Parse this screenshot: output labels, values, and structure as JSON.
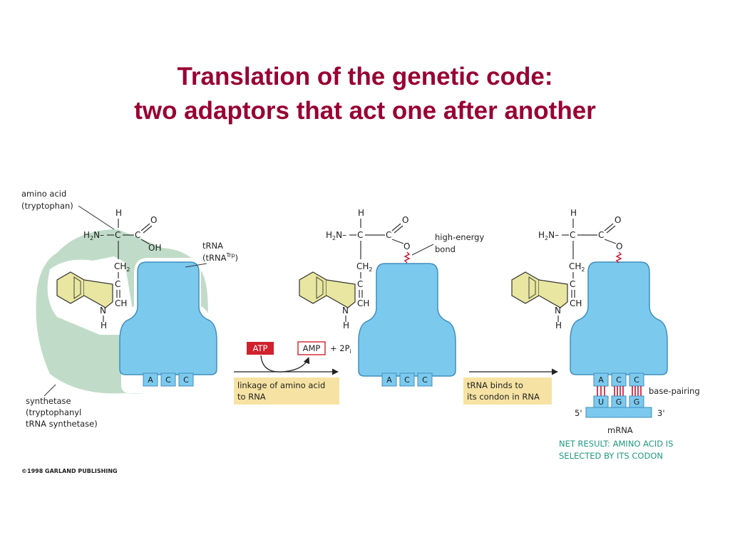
{
  "title": {
    "line1": "Translation of the genetic code:",
    "line2": "two adaptors that act one after another"
  },
  "colors": {
    "title": "#990033",
    "trna": "#7cc9ee",
    "trna_outline": "#3f8fbd",
    "synthetase": "#c0dcc8",
    "indole": "#e8e6a0",
    "atp_box": "#d0212d",
    "amp_box": "#d0212d",
    "note_box": "#f6e3a3",
    "bond_red": "#c8102e",
    "net_result": "#1f9a7f"
  },
  "labels": {
    "amino_acid_1": "amino acid",
    "amino_acid_2": "(tryptophan)",
    "trna_1": "tRNA",
    "trna_2": "(tRNA",
    "trna_sup": "Trp",
    "trna_close": ")",
    "synthetase_1": "synthetase",
    "synthetase_2": "(tryptophanyl",
    "synthetase_3": "tRNA synthetase)",
    "high_energy_1": "high-energy",
    "high_energy_2": "bond",
    "base_pairing": "base-pairing",
    "five_prime": "5'",
    "three_prime": "3'",
    "mrna": "mRNA",
    "copyright": "©1998 GARLAND PUBLISHING"
  },
  "chem": {
    "h": "H",
    "h2": "H",
    "two": "2",
    "n_dash": "N–",
    "c": "C",
    "o": "O",
    "oh": "OH",
    "ch": "CH",
    "n": "N"
  },
  "reaction": {
    "atp": "ATP",
    "amp": "AMP",
    "plus_2": "+ 2P",
    "pi_sub": "i"
  },
  "notes": {
    "step1_line1": "linkage of amino acid",
    "step1_line2": "to RNA",
    "step2_line1": "tRNA binds to",
    "step2_line2": "its condon in RNA",
    "net_line1": "NET RESULT:  AMINO ACID IS",
    "net_line2": "SELECTED BY ITS CODON"
  },
  "anticodon": [
    "A",
    "C",
    "C"
  ],
  "codon": [
    "U",
    "G",
    "G"
  ]
}
